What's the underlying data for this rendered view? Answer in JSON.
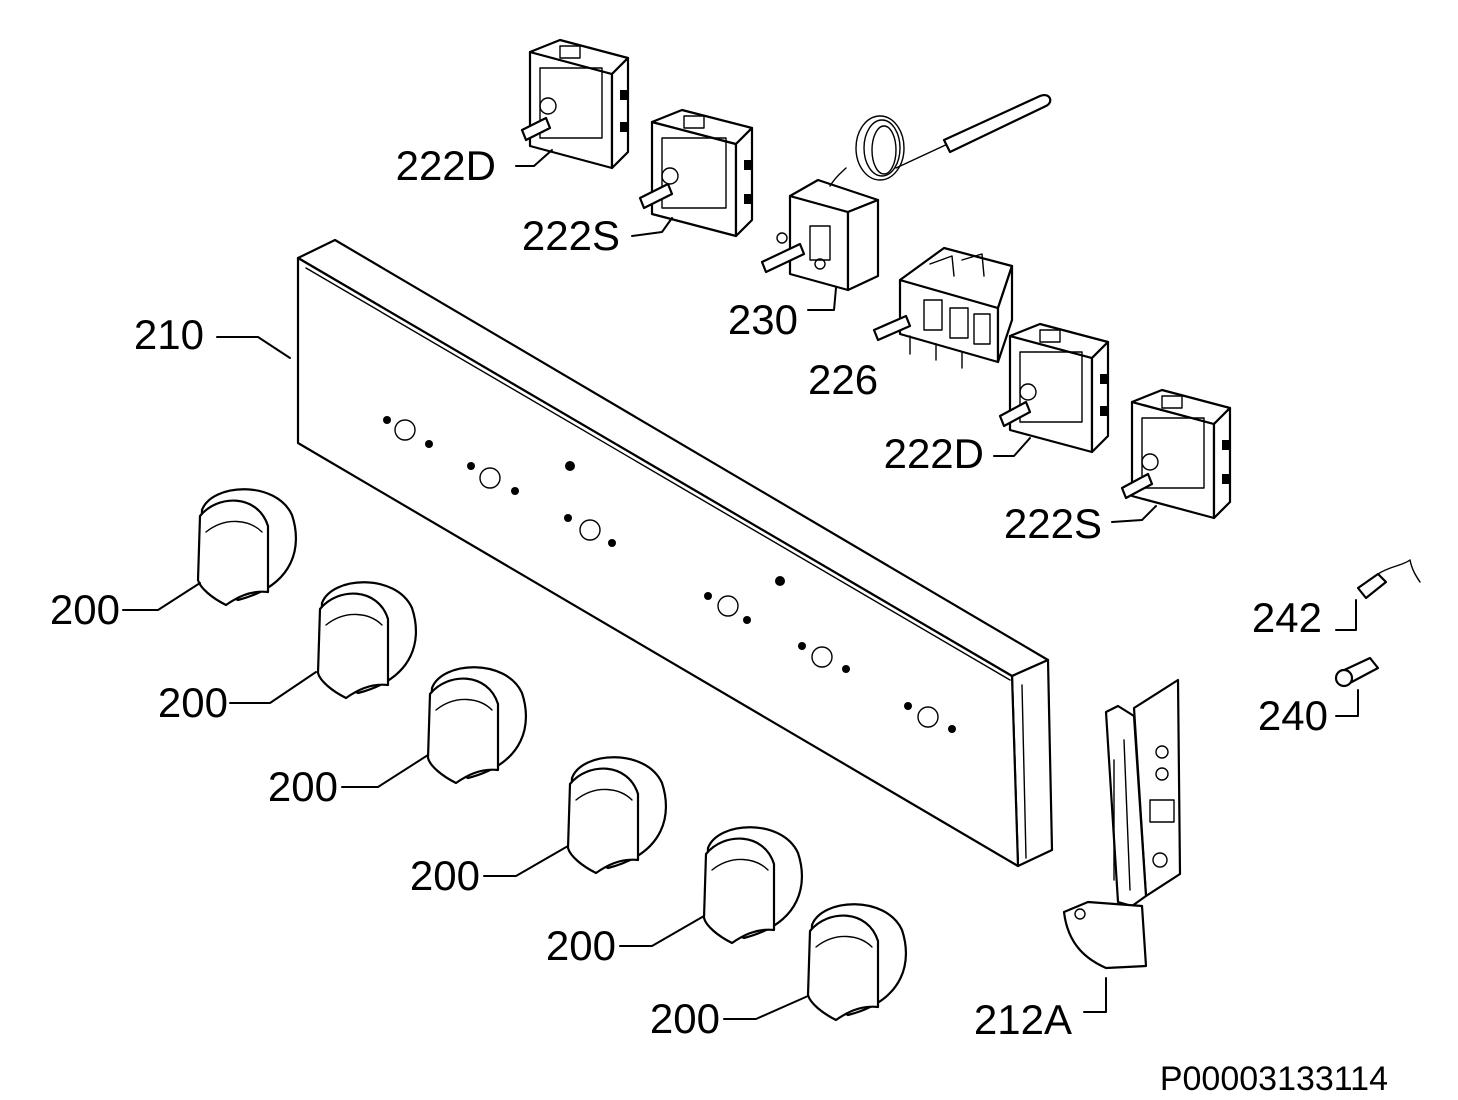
{
  "diagram": {
    "reference_code": "P00003133114",
    "labels": {
      "control_panel": "210",
      "bracket": "212A",
      "thermostat": "230",
      "selector_switch": "226",
      "screw": "242",
      "bolt": "240",
      "regulator_top_left": "222D",
      "regulator_top_right": "222S",
      "regulator_bottom_left": "222D",
      "regulator_bottom_right": "222S",
      "knob_1": "200",
      "knob_2": "200",
      "knob_3": "200",
      "knob_4": "200",
      "knob_5": "200",
      "knob_6": "200"
    }
  }
}
